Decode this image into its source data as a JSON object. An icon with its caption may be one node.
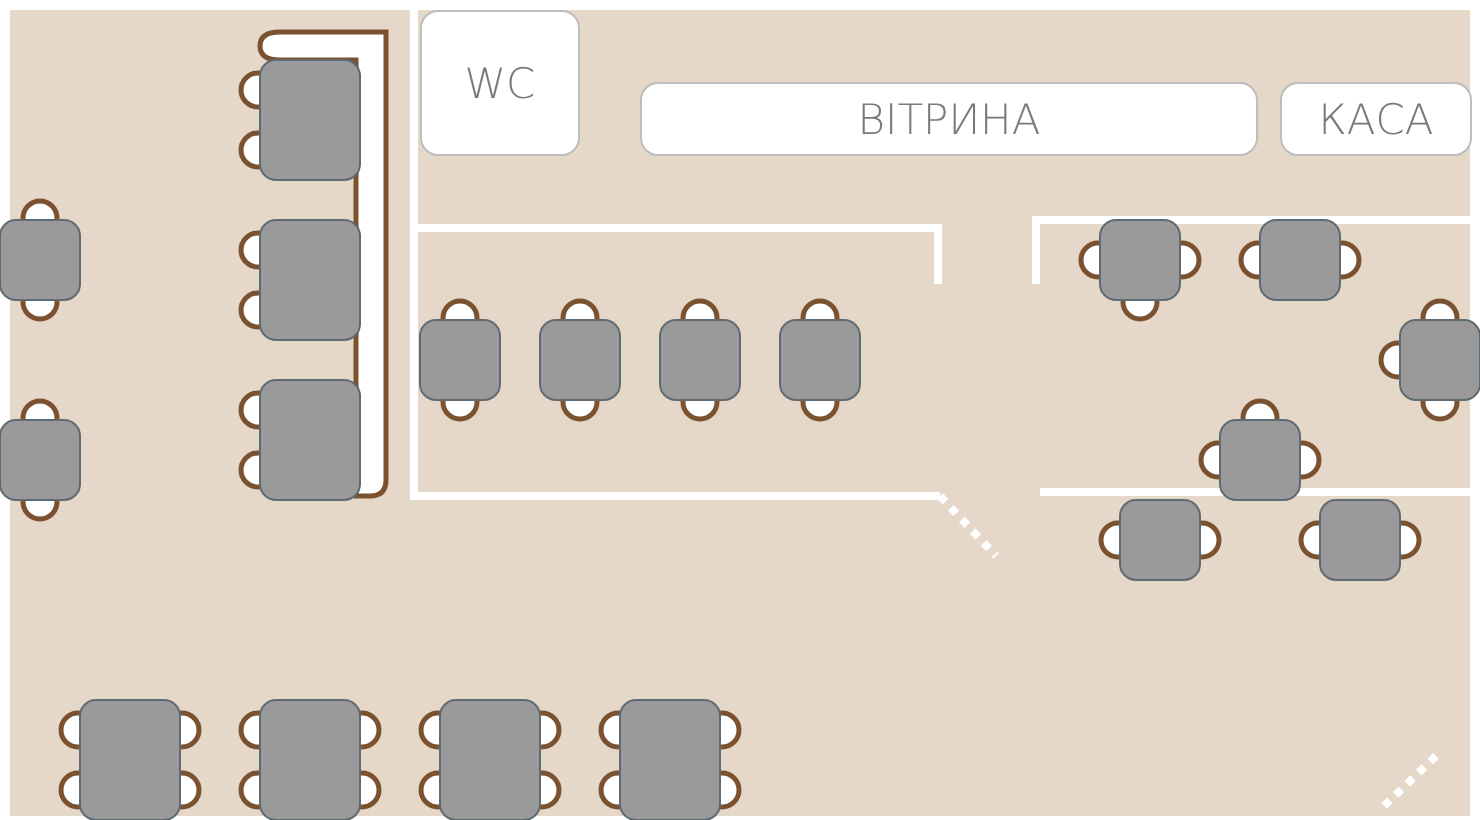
{
  "diagram": {
    "nodes": [
      {
        "text": [
          "WC"
        ]
      },
      {
        "text": [
          "ВІТРИНА"
        ]
      },
      {
        "text": [
          "КАСА"
        ]
      }
    ]
  }
}
